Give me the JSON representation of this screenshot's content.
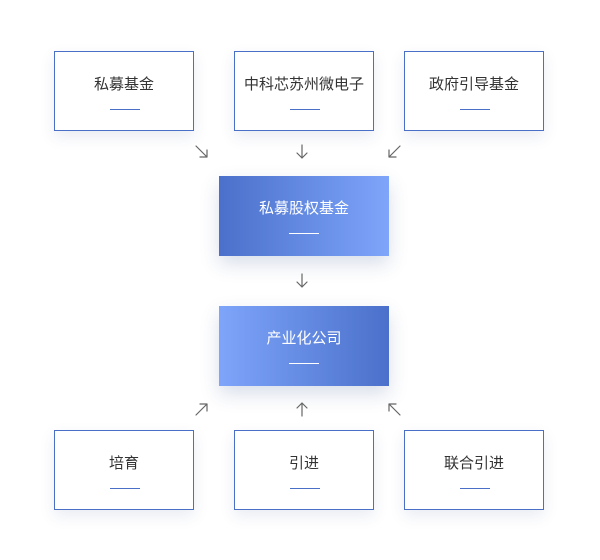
{
  "sources": [
    {
      "label": "私募基金"
    },
    {
      "label": "中科芯苏州微电子"
    },
    {
      "label": "政府引导基金"
    }
  ],
  "fund": {
    "label": "私募股权基金"
  },
  "company": {
    "label": "产业化公司"
  },
  "supports": [
    {
      "label": "培育"
    },
    {
      "label": "引进"
    },
    {
      "label": "联合引进"
    }
  ],
  "colors": {
    "accent": "#4a6fc7",
    "gradient_dark": "#4a70cb",
    "gradient_light": "#7ea5fa",
    "arrow": "#666666"
  },
  "icons": {
    "arrow_source_left": "arrow-down-right-icon",
    "arrow_source_center": "arrow-down-icon",
    "arrow_source_right": "arrow-down-left-icon",
    "arrow_fund_to_company": "arrow-down-icon",
    "arrow_support_left": "arrow-up-right-icon",
    "arrow_support_center": "arrow-up-icon",
    "arrow_support_right": "arrow-up-left-icon"
  }
}
